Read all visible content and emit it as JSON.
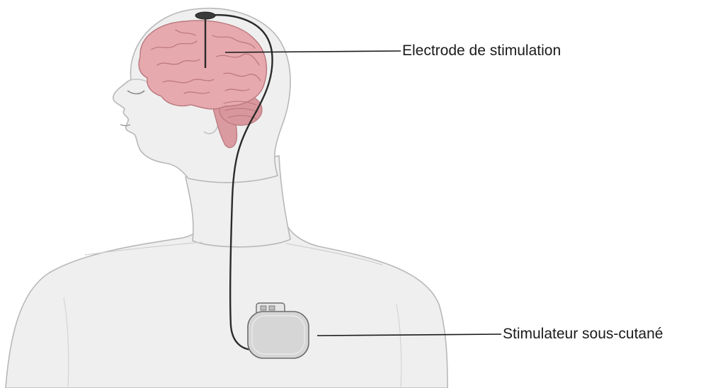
{
  "labels": {
    "electrode": "Electrode de stimulation",
    "stimulator": "Stimulateur sous-cutané"
  },
  "colors": {
    "skin": "#eeeeee",
    "skin_outline": "#b5b5b5",
    "brain": "#e6a9ad",
    "brain_outline": "#b9767c",
    "cerebellum": "#d8979c",
    "wire": "#2b2b2b",
    "device": "#d6d6d6",
    "device_outline": "#6d6d6d",
    "electrode_cap": "#3a3a3a"
  },
  "icons": {
    "body": "human-upper-body-silhouette",
    "brain": "brain-illustration",
    "device": "implanted-pulse-generator"
  }
}
